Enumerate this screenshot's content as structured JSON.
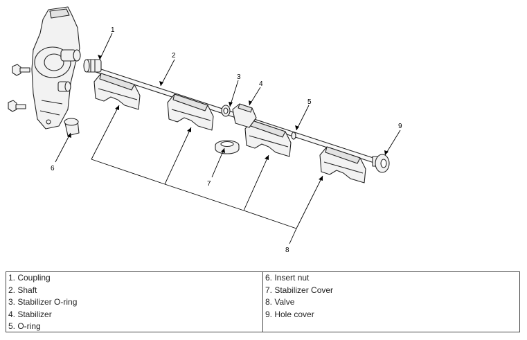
{
  "callouts": [
    "1",
    "2",
    "3",
    "4",
    "5",
    "6",
    "7",
    "8",
    "9"
  ],
  "legend": {
    "left": [
      "1. Coupling",
      "2. Shaft",
      "3. Stabilizer O-ring",
      "4. Stabilizer",
      "5. O-ring"
    ],
    "right": [
      "6. Insert nut",
      "7. Stabilizer Cover",
      "8. Valve",
      "9. Hole cover"
    ]
  }
}
